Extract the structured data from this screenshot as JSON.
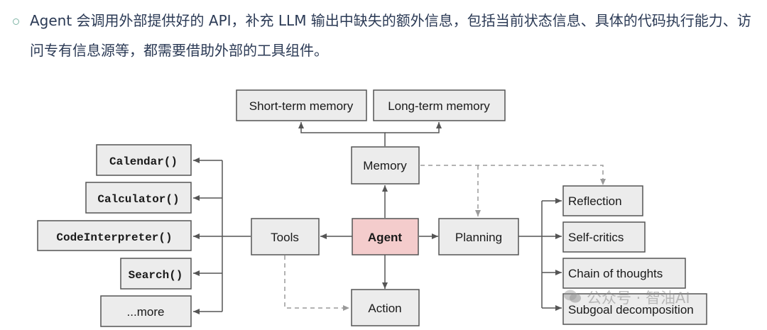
{
  "bullet": {
    "text": "Agent 会调用外部提供好的 API，补充 LLM 输出中缺失的额外信息，包括当前状态信息、具体的代码执行能力、访问专有信息源等，都需要借助外部的工具组件。"
  },
  "diagram": {
    "nodes": {
      "short_term_memory": "Short-term memory",
      "long_term_memory": "Long-term memory",
      "memory": "Memory",
      "agent": "Agent",
      "tools": "Tools",
      "planning": "Planning",
      "action": "Action",
      "calendar": "Calendar()",
      "calculator": "Calculator()",
      "code_interpreter": "CodeInterpreter()",
      "search": "Search()",
      "more": "...more",
      "reflection": "Reflection",
      "self_critics": "Self-critics",
      "chain_of_thoughts": "Chain of thoughts",
      "subgoal_decomposition": "Subgoal decomposition"
    },
    "colors": {
      "agent_fill": "#f4cccc",
      "box_fill": "#ececec",
      "solid_edge": "#555555",
      "dashed_edge": "#9a9a9a"
    }
  },
  "watermark": {
    "text": "公众号 · 智油AI",
    "icon": "wechat-icon"
  }
}
